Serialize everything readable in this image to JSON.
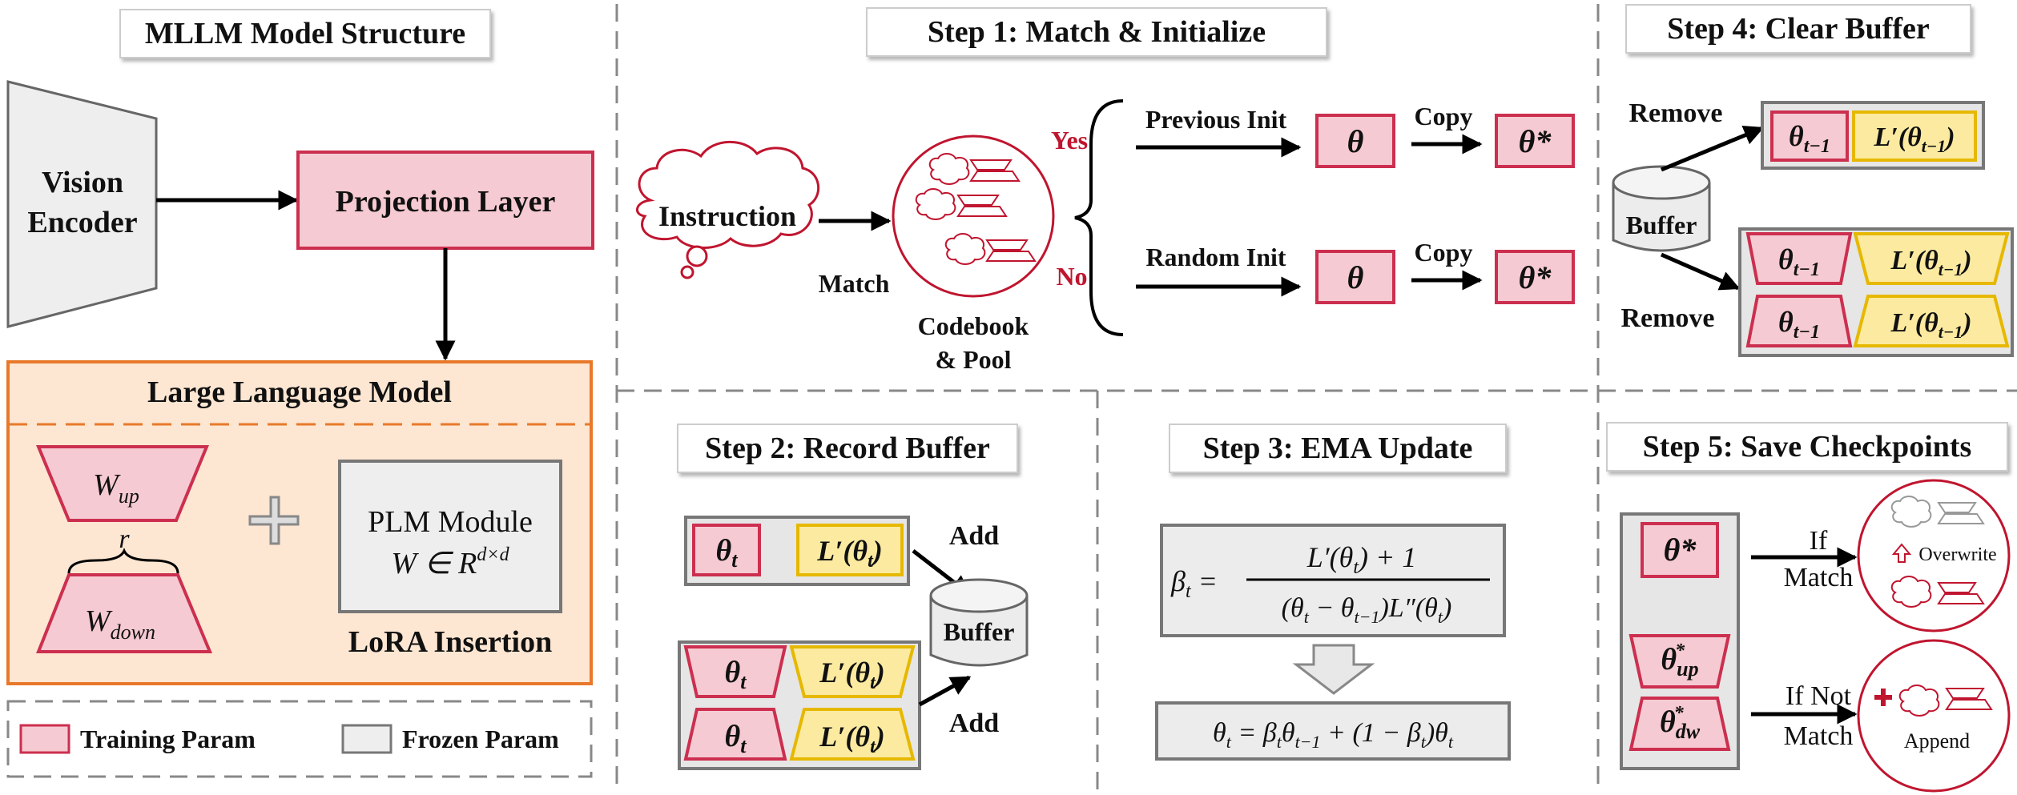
{
  "panels": {
    "mllm": {
      "title": "MLLM Model Structure",
      "vision_encoder": [
        "Vision",
        "Encoder"
      ],
      "projection_layer": "Projection Layer",
      "llm_title": "Large Language Model",
      "w_up": {
        "base": "W",
        "sub": "up"
      },
      "w_down": {
        "base": "W",
        "sub": "down"
      },
      "rank": "r",
      "plm_module": "PLM Module",
      "plm_formula": {
        "lhs": "W ∈ R",
        "sup": "d×d"
      },
      "lora_insertion": "LoRA Insertion",
      "legend": {
        "training": "Training Param",
        "frozen": "Frozen Param",
        "training_color": "#f6cad2",
        "frozen_color": "#eeeeee"
      }
    },
    "step1": {
      "title": "Step 1:  Match & Initialize",
      "instruction": "Instruction",
      "match": "Match",
      "codebook": [
        "Codebook",
        "& Pool"
      ],
      "yes": "Yes",
      "no": "No",
      "previous_init": "Previous Init",
      "random_init": "Random Init",
      "copy": "Copy",
      "theta": "θ",
      "theta_star": "θ*"
    },
    "step2": {
      "title": "Step 2:  Record Buffer",
      "theta": "θ",
      "sub_t": "t",
      "loss": "L′(θ",
      "loss_close": ")",
      "add": "Add",
      "buffer": "Buffer"
    },
    "step3": {
      "title": "Step 3:  EMA Update",
      "beta_lhs": "β",
      "numerator": "L′(θ",
      "numerator_tail": ") + 1",
      "denominator": "(θ",
      "denominator_mid": " − θ",
      "denominator_tail": ")L″(θ",
      "sub_t": "t",
      "sub_t1": "t−1",
      "update_a": "θ",
      "update_b": " = β",
      "update_c": "θ",
      "update_d": " + (1 − β",
      "update_e": ")θ"
    },
    "step4": {
      "title": "Step 4:  Clear Buffer",
      "remove": "Remove",
      "buffer": "Buffer",
      "theta": "θ",
      "sub_t1": "t−1",
      "loss": "L′(θ",
      "loss_close": ")"
    },
    "step5": {
      "title": "Step 5:  Save Checkpoints",
      "theta_star": "θ*",
      "theta_up": {
        "base": "θ",
        "sup": "*",
        "sub": "up"
      },
      "theta_dw": {
        "base": "θ",
        "sup": "*",
        "sub": "dw"
      },
      "if_match": [
        "If",
        "Match"
      ],
      "if_not_match": [
        "If Not",
        "Match"
      ],
      "overwrite": "Overwrite",
      "append": "Append"
    }
  },
  "colors": {
    "pink_fill": "#f6cad2",
    "pink_stroke": "#cc2f4f",
    "yellow_fill": "#fbeaa0",
    "yellow_stroke": "#e6b800",
    "gray_fill": "#ececec",
    "red_accent": "#c0152f",
    "orange_stroke": "#e8792b",
    "orange_fill": "#fde6d2"
  }
}
